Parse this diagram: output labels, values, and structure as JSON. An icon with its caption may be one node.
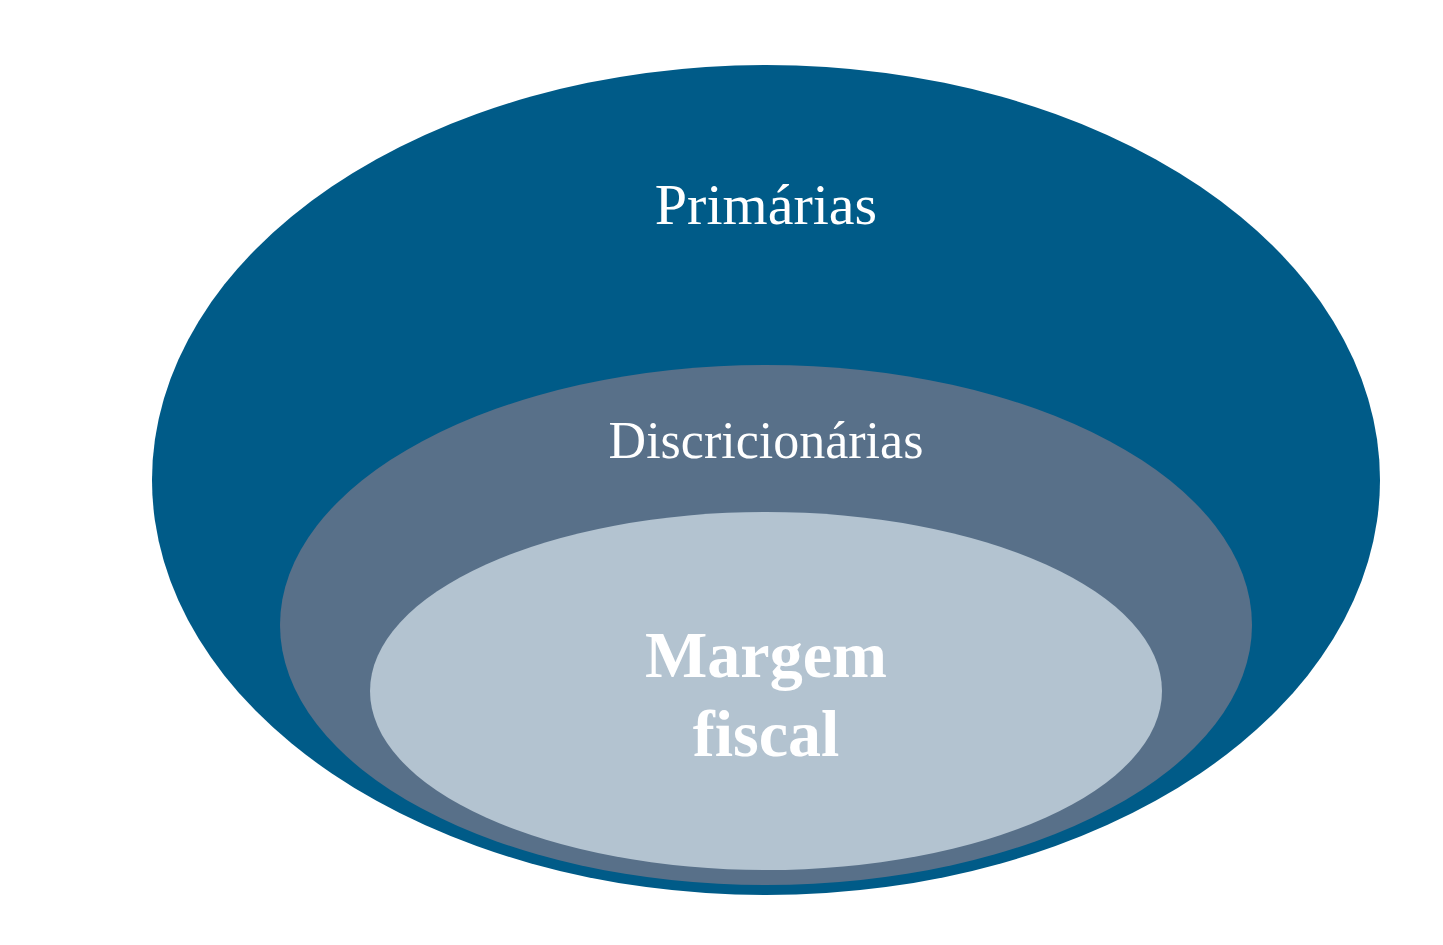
{
  "diagram": {
    "nodes": [
      {
        "text": [
          "Primárias"
        ]
      },
      {
        "text": [
          "Discricionárias"
        ],
        "in": 0
      },
      {
        "text": [
          "Margem fiscal"
        ],
        "in": 1
      }
    ]
  }
}
